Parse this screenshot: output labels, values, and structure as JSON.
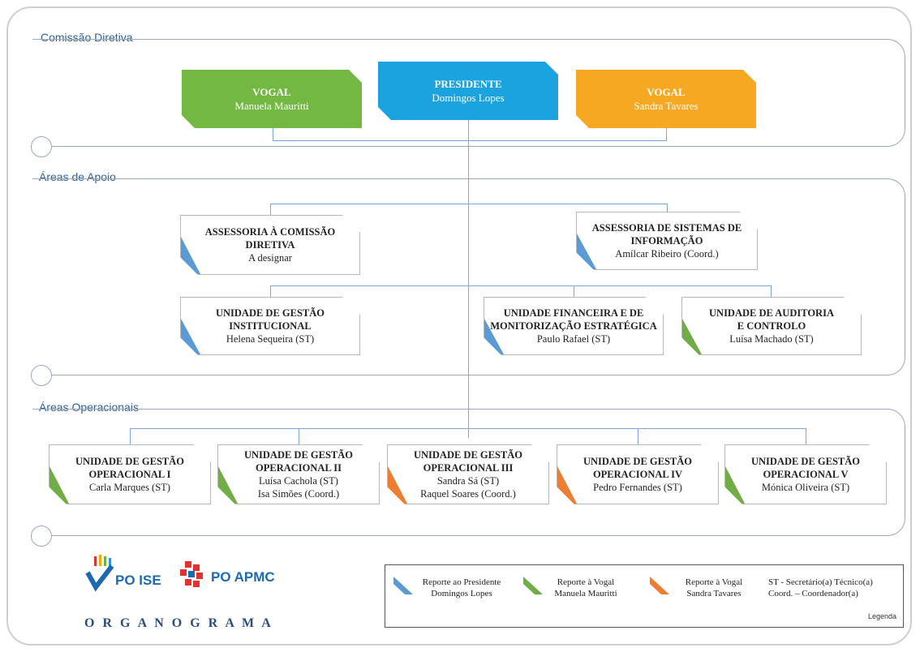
{
  "sections": {
    "comissao": "Comissão Diretiva",
    "apoio": "Áreas de Apoio",
    "operacionais": "Áreas Operacionais"
  },
  "top": {
    "vogal1": {
      "title": "VOGAL",
      "name": "Manuela Mauritti",
      "color": "#73b843"
    },
    "presidente": {
      "title": "PRESIDENTE",
      "name": "Domingos Lopes",
      "color": "#1aa3df"
    },
    "vogal2": {
      "title": "VOGAL",
      "name": "Sandra Tavares",
      "color": "#f7a823"
    }
  },
  "apoio": {
    "assessoria_cd": {
      "title1": "ASSESSORIA À COMISSÃO",
      "title2": "DIRETIVA",
      "name": "A designar"
    },
    "assessoria_si": {
      "title1": "ASSESSORIA DE SISTEMAS DE",
      "title2": "INFORMAÇÃO",
      "name": "Amílcar Ribeiro (Coord.)"
    },
    "ugi": {
      "title1": "UNIDADE DE GESTÃO",
      "title2": "INSTITUCIONAL",
      "name": "Helena Sequeira (ST)"
    },
    "ufme": {
      "title1": "UNIDADE FINANCEIRA E DE",
      "title2": "MONITORIZAÇÃO ESTRATÉGICA",
      "name": "Paulo Rafael (ST)"
    },
    "uac": {
      "title1": "UNIDADE DE AUDITORIA",
      "title2": "E CONTROLO",
      "name": "Luísa Machado (ST)"
    }
  },
  "operacionais": [
    {
      "title1": "UNIDADE DE GESTÃO",
      "title2": "OPERACIONAL I",
      "name1": "Carla Marques (ST)",
      "name2": ""
    },
    {
      "title1": "UNIDADE DE GESTÃO",
      "title2": "OPERACIONAL II",
      "name1": "Luísa Cachola (ST)",
      "name2": "Isa Simões (Coord.)"
    },
    {
      "title1": "UNIDADE DE GESTÃO",
      "title2": "OPERACIONAL III",
      "name1": "Sandra Sá (ST)",
      "name2": "Raquel Soares (Coord.)"
    },
    {
      "title1": "UNIDADE DE GESTÃO",
      "title2": "OPERACIONAL IV",
      "name1": "Pedro Fernandes (ST)",
      "name2": ""
    },
    {
      "title1": "UNIDADE DE GESTÃO",
      "title2": "OPERACIONAL V",
      "name1": "Mónica Oliveira (ST)",
      "name2": ""
    }
  ],
  "colors": {
    "blue": "#5b9bd5",
    "green": "#70ad47",
    "orange": "#ed7d31",
    "line": "#7aa7d8"
  },
  "logos": {
    "poise": "PO ISE",
    "poapmc": "PO APMC",
    "organograma": "O R G A N O G R A M A"
  },
  "legend": {
    "blue_line1": "Reporte ao Presidente",
    "blue_line2": "Domingos Lopes",
    "green_line1": "Reporte à Vogal",
    "green_line2": "Manuela Mauritti",
    "orange_line1": "Reporte à Vogal",
    "orange_line2": "Sandra Tavares",
    "abbr1": "ST - Secretário(a) Técnico(a)",
    "abbr2": "Coord. – Coordenador(a)",
    "label": "Legenda"
  }
}
